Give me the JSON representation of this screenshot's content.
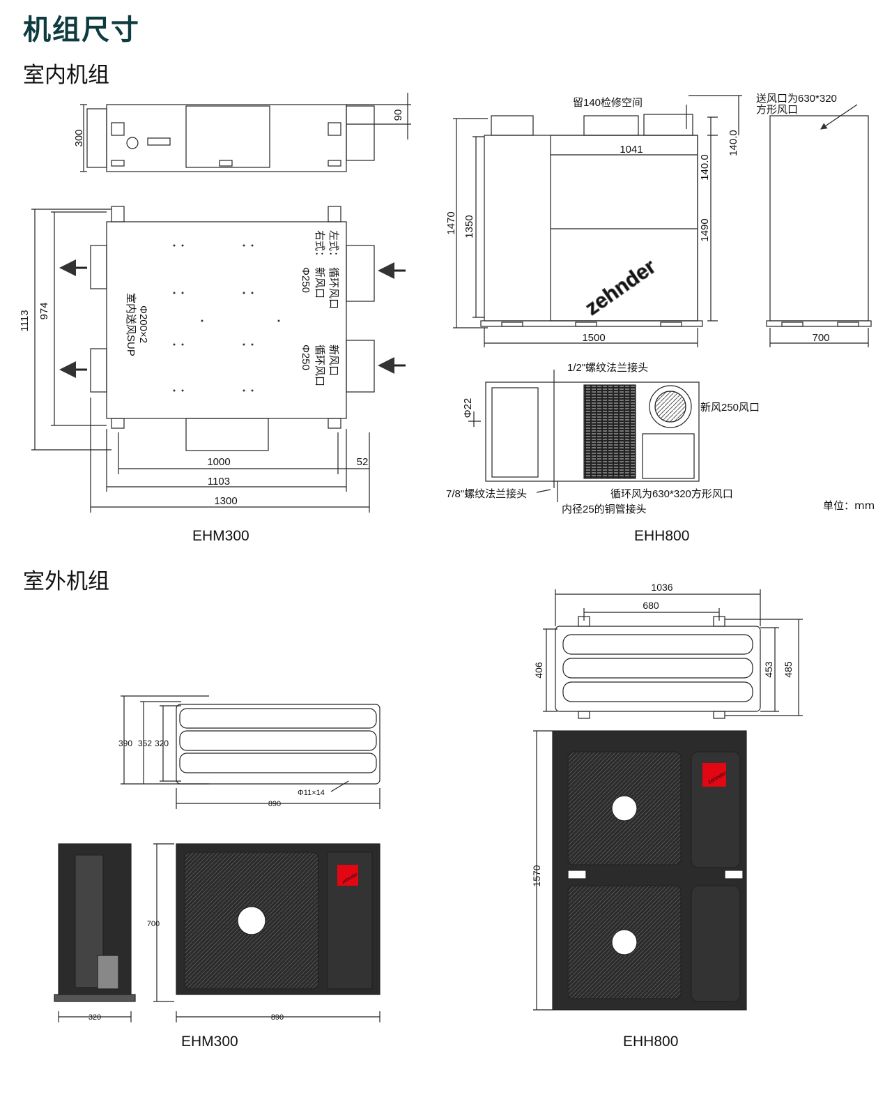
{
  "title": "机组尺寸",
  "indoor_heading": "室内机组",
  "outdoor_heading": "室外机组",
  "unit_label": "单位：mm",
  "ehm300_indoor": {
    "caption": "EHM300",
    "dims": {
      "top_height": "300",
      "top_duct": "90",
      "outer_h": "1113",
      "inner_h": "974",
      "w1000": "1000",
      "w52": "52",
      "w1103": "1103",
      "w1300": "1300"
    },
    "left_label": "左式：",
    "right_label": "右式：",
    "fresh_top": "新风口",
    "return_top": "循环风口",
    "phi_250": "Φ250",
    "fresh_bottom": "新风口",
    "return_bottom": "循环风口",
    "supply": "室内送风SUP",
    "supply_phi": "Φ200×2"
  },
  "ehh800_indoor": {
    "caption": "EHH800",
    "service": "留140检修空间",
    "outlet_note_1": "送风口为630*320",
    "outlet_note_2": "方形风口",
    "dims": {
      "d1041": "1041",
      "d140a": "140.0",
      "d140b": "140.0",
      "d1470": "1470",
      "d1350": "1350",
      "d1490": "1490",
      "d1500": "1500",
      "d700": "700",
      "phi22": "Φ22"
    },
    "brand": "zehnder",
    "flange_half": "1/2\"螺纹法兰接头",
    "fresh_250": "新风250风口",
    "flange_78": "7/8\"螺纹法兰接头",
    "return_630": "循环风为630*320方形风口",
    "copper": "内径25的铜管接头"
  },
  "ehm300_outdoor": {
    "caption": "EHM300",
    "dims": {
      "d390": "390",
      "d352": "352",
      "d320a": "320",
      "d890a": "890",
      "phi": "Φ11×14",
      "d700": "700",
      "d320b": "320",
      "d890b": "890"
    },
    "logo": "zehnder"
  },
  "ehh800_outdoor": {
    "caption": "EHH800",
    "dims": {
      "d1036": "1036",
      "d680": "680",
      "d406": "406",
      "d453": "453",
      "d485": "485",
      "d1570": "1570"
    },
    "logo": "zehnder"
  },
  "colors": {
    "title": "#0d3b3f",
    "logo_red": "#e30613",
    "unit_body": "#2b2b2b",
    "panel": "#d8d8d8"
  }
}
